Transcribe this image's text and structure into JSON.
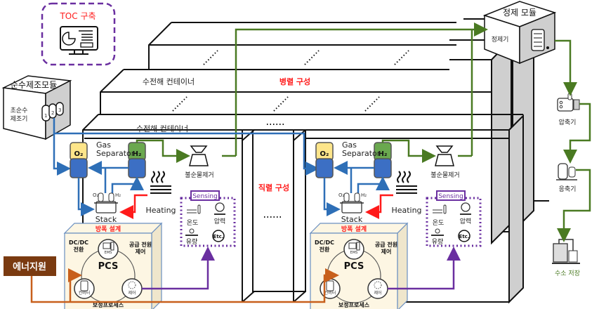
{
  "toc": {
    "title": "TOC 구축",
    "icon": "dashboard-monitor-icon"
  },
  "pure_water_module": {
    "title": "순수제조모듈",
    "unit_label_line1": "초순수",
    "unit_label_line2": "제조기",
    "filter_numbers": [
      "1",
      "2",
      "3"
    ]
  },
  "purification_module": {
    "title": "정제 모듈",
    "unit_label": "정제기"
  },
  "outputs": {
    "compressor": "압축기",
    "condenser": "응축기",
    "storage": "수소 저장"
  },
  "parallel": {
    "container_label": "수전해 컨테이너",
    "label": "병렬 구성"
  },
  "series": {
    "label": "직렬 구성",
    "ellipsis": "........"
  },
  "energy_source": {
    "label": "에너지원"
  },
  "container": {
    "title": "수전해 컨테이너",
    "gas_separator_line1": "Gas",
    "gas_separator_line2": "Separator",
    "o2": "O₂",
    "h2": "H₂",
    "impurity_remover": "불순물제거",
    "heating": "Heating",
    "stack": "Stack",
    "stack_o2": "O₂",
    "stack_h2": "H₂",
    "sensing": {
      "title": "Sensing",
      "temperature": "온도",
      "pressure": "압력",
      "flow": "유량",
      "etc": "Etc."
    },
    "pcs": {
      "explosion_proof": "방폭 설계",
      "dcdc_line1": "DC/DC",
      "dcdc_line2": "전환",
      "power_line1": "공급 전원",
      "power_line2": "제어",
      "center": "PCS",
      "ems": "EMS",
      "converter": "컨버터",
      "control": "제어",
      "compensation": "보정프로세스"
    }
  },
  "colors": {
    "water_flow": "#2e6fb7",
    "hydrogen_flow": "#4a7a22",
    "heat_flow": "#ff1a1a",
    "signal_flow": "#6a2fa0",
    "energy_flow": "#c8601c",
    "energy_box": "#7a3a10",
    "pcs_panel": "#fdf6e3",
    "o2_fill": "#fde58a",
    "h2_fill": "#6aa84f",
    "water_fill": "#3c6fc4",
    "highlight_red": "#ff1a1a"
  }
}
